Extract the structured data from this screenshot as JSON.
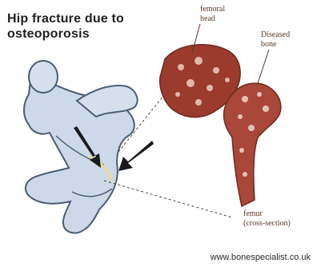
{
  "diagram": {
    "title_lines": [
      "Hip fracture due to",
      "osteoporosis"
    ],
    "labels": {
      "femoral_head": [
        "femoral",
        "head"
      ],
      "diseased_bone": [
        "Diseased",
        "bone"
      ],
      "femur": [
        "femur",
        "(cross-section)"
      ]
    },
    "credit": "www.bonespecialist.co.uk"
  }
}
